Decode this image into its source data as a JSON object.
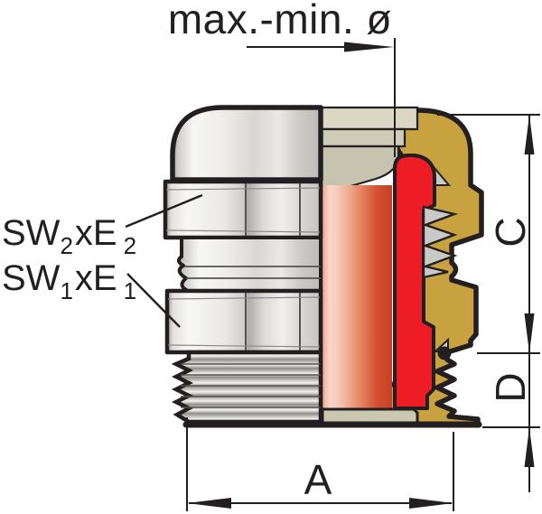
{
  "diagram": {
    "title": "max.-min. ø",
    "labels": {
      "sw2_base": "SW",
      "sw2_sub": "2",
      "sw2_mid": "xE",
      "sw2_sub2": "2",
      "sw1_base": "SW",
      "sw1_sub": "1",
      "sw1_mid": "xE",
      "sw1_sub2": "1"
    },
    "dimensions": {
      "overall_height": "C",
      "thread_length": "D",
      "thread_width": "A"
    },
    "colors": {
      "outline": "#231f20",
      "brass_body": "#c7a23f",
      "seal_red": "#ee1c24",
      "insert_olive_1": "#dad7c4",
      "insert_olive_2": "#cfccb8",
      "insert_olive_3": "#c6c3af",
      "washer_olive": "#cbc8b2",
      "teeth_gray": "#c9c9c7"
    }
  }
}
